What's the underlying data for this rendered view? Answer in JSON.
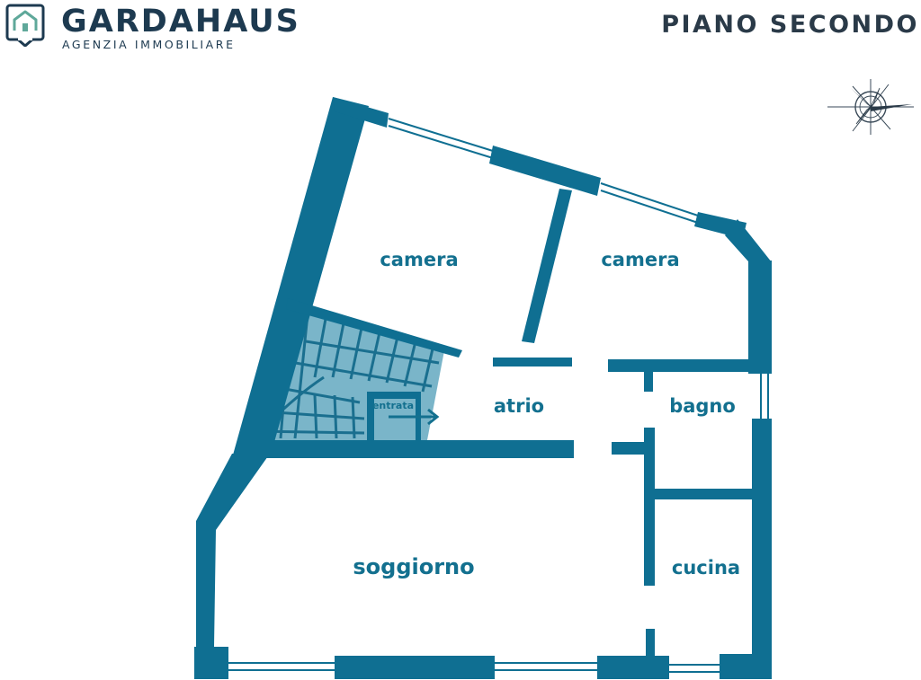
{
  "brand": {
    "name": "GARDAHAUS",
    "tagline": "AGENZIA IMMOBILIARE",
    "logo_icon": "house-marker-icon",
    "color": "#1d3a50"
  },
  "floor": {
    "title": "PIANO SECONDO"
  },
  "compass": {
    "icon": "compass-rose-icon"
  },
  "colors": {
    "wall": "#0f6f92",
    "stair_fill": "#7ab5c9",
    "label": "#13708f"
  },
  "rooms": {
    "camera_1": "camera",
    "camera_2": "camera",
    "atrio": "atrio",
    "bagno": "bagno",
    "soggiorno": "soggiorno",
    "cucina": "cucina",
    "entrata": "entrata"
  }
}
